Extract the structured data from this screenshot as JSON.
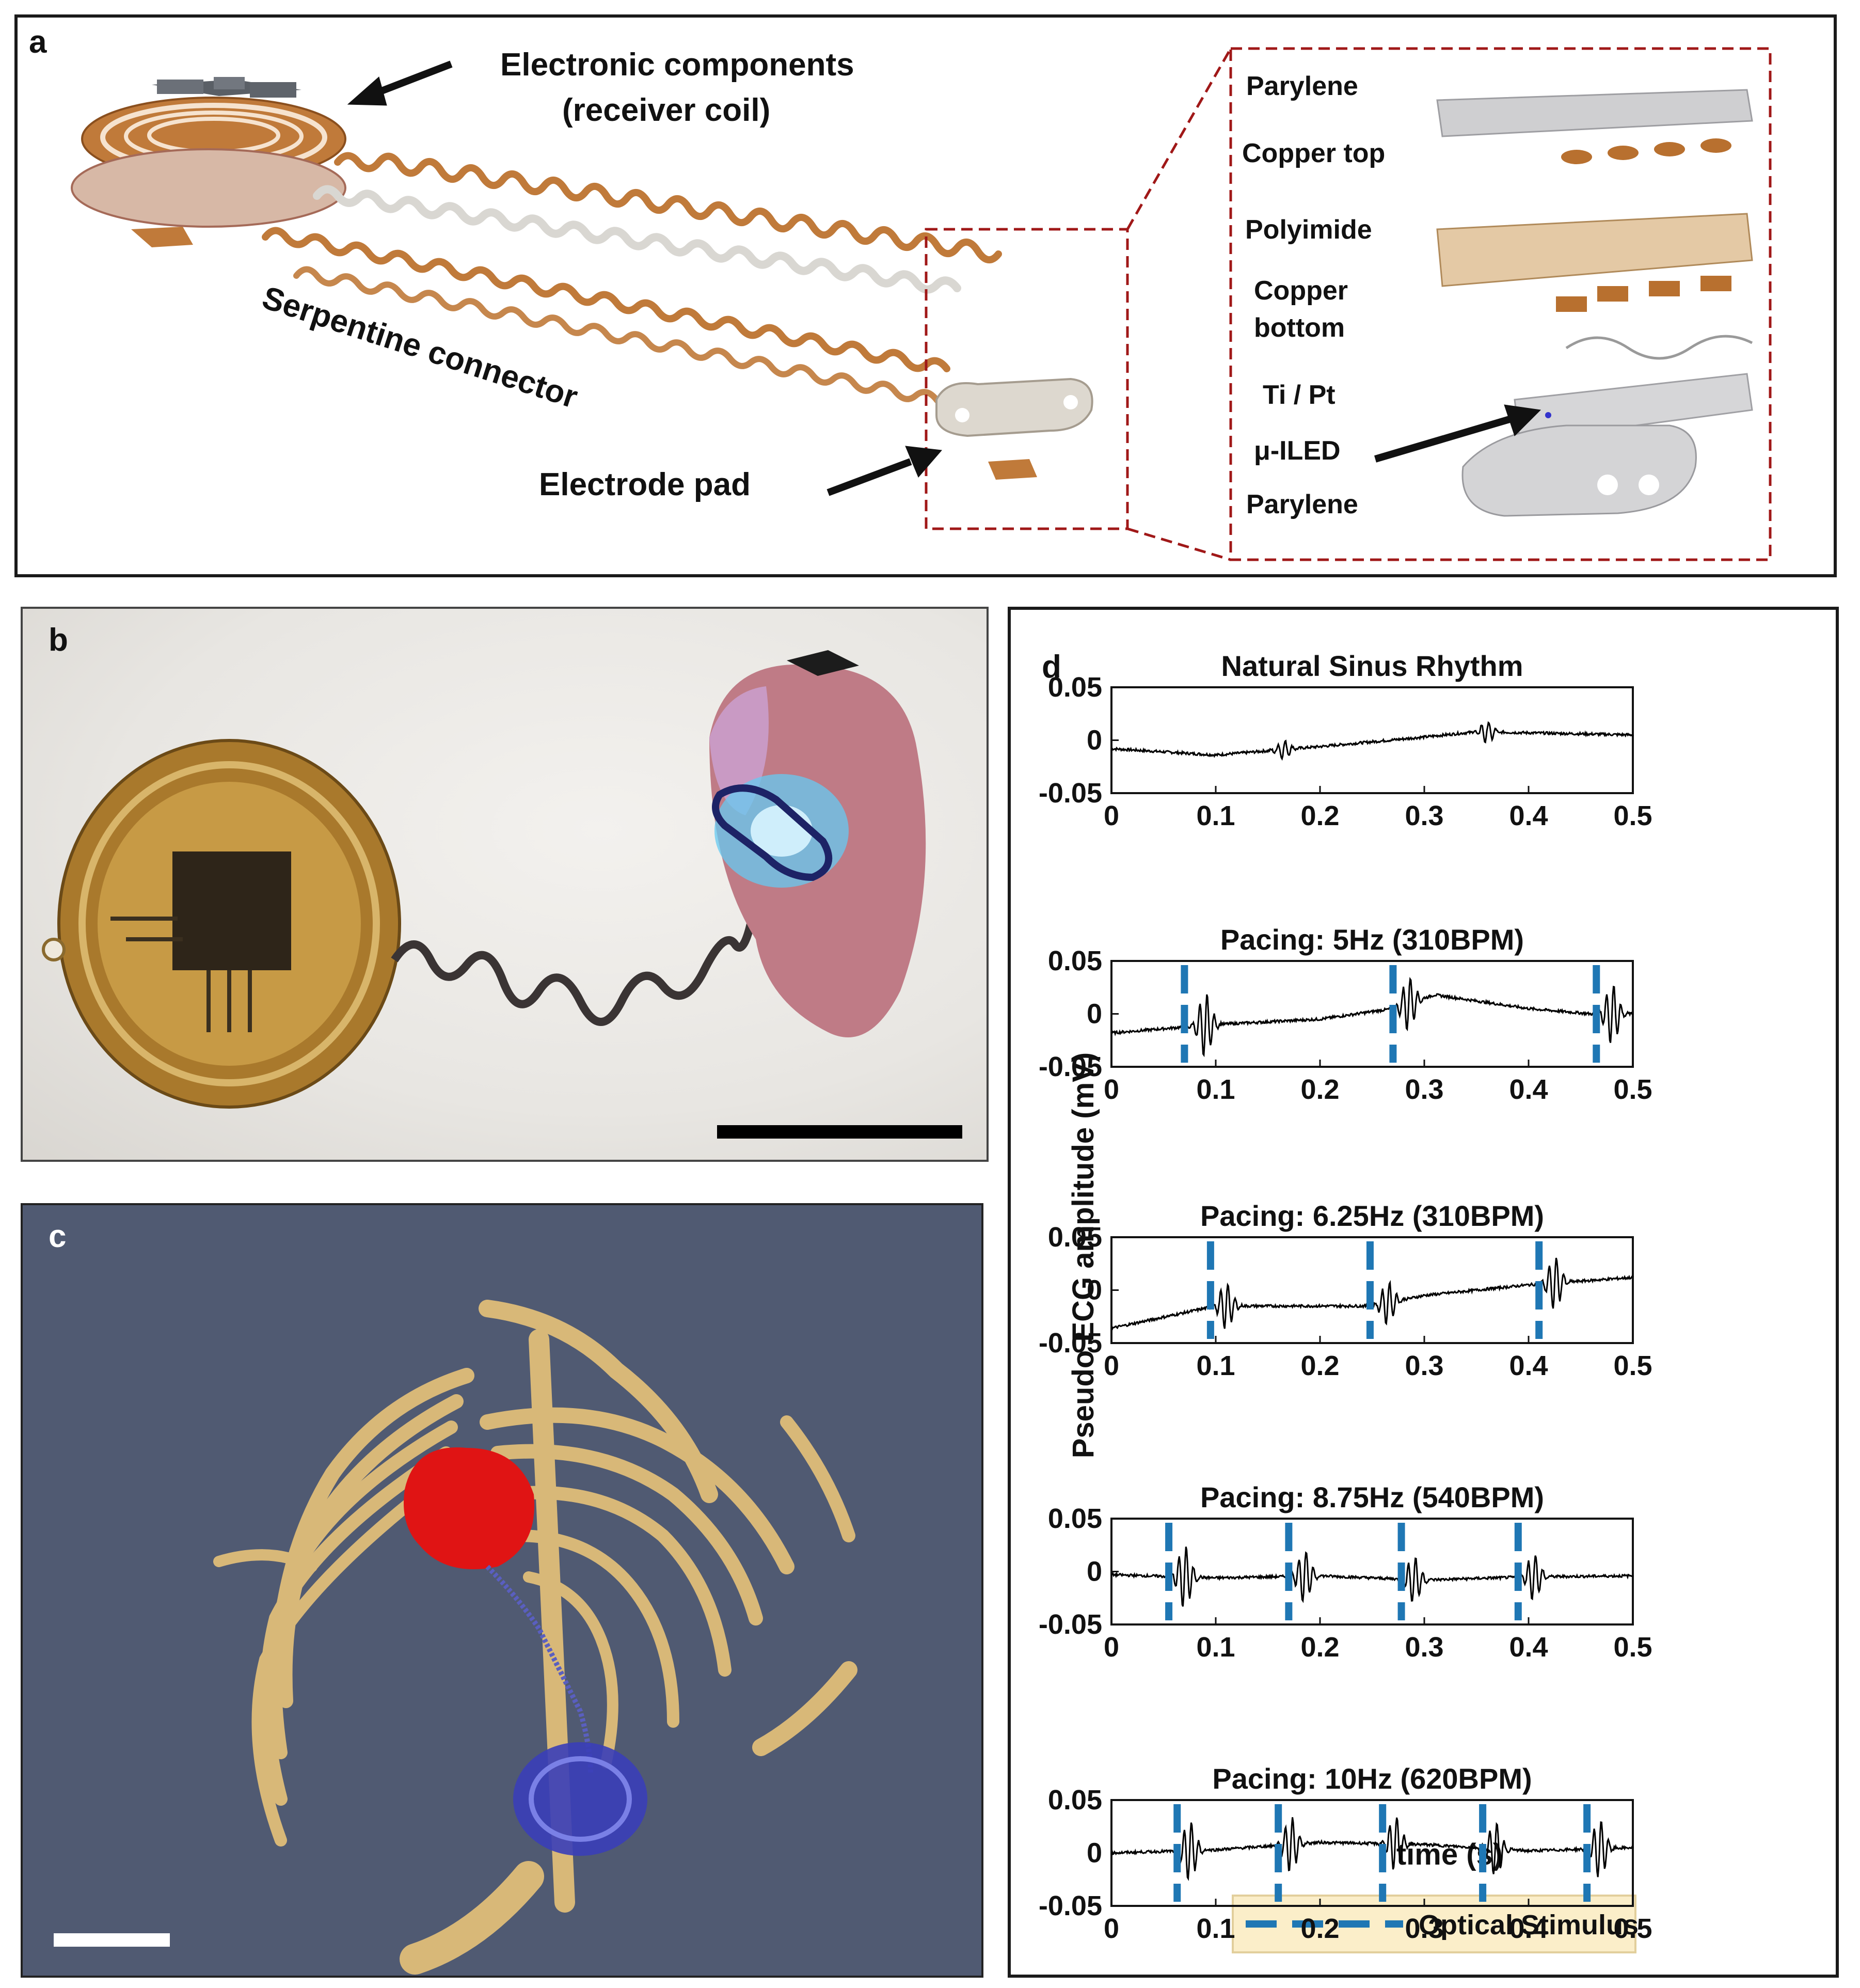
{
  "panel_a": {
    "letter": "a",
    "labels": {
      "electronic_components": "Electronic components",
      "receiver_coil": "(receiver coil)",
      "serpentine_connector": "Serpentine connector",
      "electrode_pad": "Electrode pad"
    },
    "layers": [
      "Parylene",
      "Copper top",
      "Polyimide",
      "Copper",
      "bottom",
      "Ti / Pt",
      "μ-ILED",
      "Parylene"
    ]
  },
  "panel_b": {
    "letter": "b"
  },
  "panel_c": {
    "letter": "c"
  },
  "panel_d": {
    "letter": "d",
    "ylabel": "Pseudo ECG amplitude (mV)",
    "xlabel": "time (s)",
    "legend_label": "Optical Stimulus",
    "stimulus_color": "#1f77b4",
    "trace_color": "#000000"
  },
  "chart_data": [
    {
      "type": "line",
      "title": "Natural Sinus Rhythm",
      "xlim": [
        0,
        0.5
      ],
      "ylim": [
        -0.05,
        0.05
      ],
      "xticks": [
        "0",
        "0.1",
        "0.2",
        "0.3",
        "0.4",
        "0.5"
      ],
      "yticks": [
        "0.05",
        "0",
        "-0.05"
      ],
      "stimuli": [],
      "baseline": [
        [
          0,
          -0.008
        ],
        [
          0.1,
          -0.014
        ],
        [
          0.2,
          -0.006
        ],
        [
          0.3,
          0.003
        ],
        [
          0.35,
          0.008
        ],
        [
          0.5,
          0.005
        ]
      ],
      "spikes": [
        [
          0.165,
          0.008
        ],
        [
          0.36,
          0.01
        ]
      ]
    },
    {
      "type": "line",
      "title": "Pacing: 5Hz (310BPM)",
      "xlim": [
        0,
        0.5
      ],
      "ylim": [
        -0.05,
        0.05
      ],
      "xticks": [
        "0",
        "0.1",
        "0.2",
        "0.3",
        "0.4",
        "0.5"
      ],
      "yticks": [
        "0.05",
        "0",
        "-0.05"
      ],
      "stimuli": [
        0.07,
        0.27,
        0.465
      ],
      "baseline": [
        [
          0,
          -0.018
        ],
        [
          0.1,
          -0.01
        ],
        [
          0.2,
          -0.005
        ],
        [
          0.27,
          0.005
        ],
        [
          0.31,
          0.018
        ],
        [
          0.4,
          0.005
        ],
        [
          0.46,
          0.0
        ],
        [
          0.5,
          0.0
        ]
      ],
      "spikes": [
        [
          0.09,
          0.03
        ],
        [
          0.285,
          0.025
        ],
        [
          0.48,
          0.028
        ]
      ]
    },
    {
      "type": "line",
      "title": "Pacing: 6.25Hz (310BPM)",
      "xlim": [
        0,
        0.5
      ],
      "ylim": [
        -0.05,
        0.05
      ],
      "xticks": [
        "0",
        "0.1",
        "0.2",
        "0.3",
        "0.4",
        "0.5"
      ],
      "yticks": [
        "0.05",
        "0",
        "-0.05"
      ],
      "stimuli": [
        0.095,
        0.248,
        0.41
      ],
      "baseline": [
        [
          0,
          -0.036
        ],
        [
          0.1,
          -0.015
        ],
        [
          0.25,
          -0.015
        ],
        [
          0.3,
          -0.005
        ],
        [
          0.4,
          0.005
        ],
        [
          0.5,
          0.012
        ]
      ],
      "spikes": [
        [
          0.11,
          0.022
        ],
        [
          0.265,
          0.02
        ],
        [
          0.425,
          0.025
        ]
      ]
    },
    {
      "type": "line",
      "title": "Pacing: 8.75Hz (540BPM)",
      "xlim": [
        0,
        0.5
      ],
      "ylim": [
        -0.05,
        0.05
      ],
      "xticks": [
        "0",
        "0.1",
        "0.2",
        "0.3",
        "0.4",
        "0.5"
      ],
      "yticks": [
        "0.05",
        "0",
        "-0.05"
      ],
      "stimuli": [
        0.055,
        0.17,
        0.278,
        0.39
      ],
      "baseline": [
        [
          0,
          -0.003
        ],
        [
          0.1,
          -0.006
        ],
        [
          0.2,
          -0.004
        ],
        [
          0.3,
          -0.008
        ],
        [
          0.4,
          -0.005
        ],
        [
          0.5,
          -0.004
        ]
      ],
      "spikes": [
        [
          0.07,
          0.03
        ],
        [
          0.185,
          0.025
        ],
        [
          0.29,
          0.022
        ],
        [
          0.405,
          0.022
        ]
      ]
    },
    {
      "type": "line",
      "title": "Pacing: 10Hz (620BPM)",
      "xlim": [
        0,
        0.5
      ],
      "ylim": [
        -0.05,
        0.05
      ],
      "xticks": [
        "0",
        "0.1",
        "0.2",
        "0.3",
        "0.4",
        "0.5"
      ],
      "yticks": [
        "0.05",
        "0",
        "-0.05"
      ],
      "stimuli": [
        0.063,
        0.16,
        0.26,
        0.356,
        0.456
      ],
      "baseline": [
        [
          0,
          0.0
        ],
        [
          0.1,
          0.003
        ],
        [
          0.2,
          0.01
        ],
        [
          0.3,
          0.008
        ],
        [
          0.4,
          0.002
        ],
        [
          0.5,
          0.005
        ]
      ],
      "spikes": [
        [
          0.075,
          0.028
        ],
        [
          0.172,
          0.026
        ],
        [
          0.272,
          0.026
        ],
        [
          0.368,
          0.026
        ],
        [
          0.468,
          0.028
        ]
      ]
    }
  ]
}
